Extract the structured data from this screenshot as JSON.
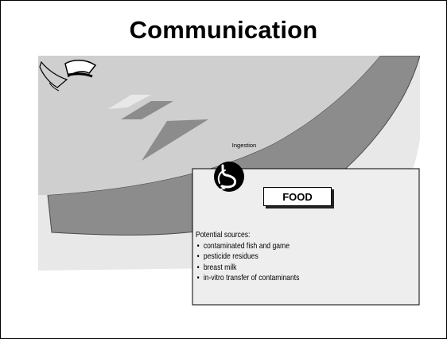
{
  "slide": {
    "title": "Communication"
  },
  "diagram": {
    "ingestion_label": "Ingestion",
    "food_label": "FOOD",
    "sources_heading": "Potential sources:",
    "sources": [
      "contaminated fish and game",
      "pesticide residues",
      "breast milk",
      "in-vitro transfer of contaminants"
    ],
    "icons": {
      "ingestion": "ingestion-stomach-icon",
      "person": "person-head-icon"
    },
    "colors": {
      "outer_band": "#e8e8e8",
      "food_band": "#8c8c8c",
      "inner_disc": "#cfcfcf",
      "callout_box": "#eeeeee",
      "outline": "#000000"
    }
  }
}
